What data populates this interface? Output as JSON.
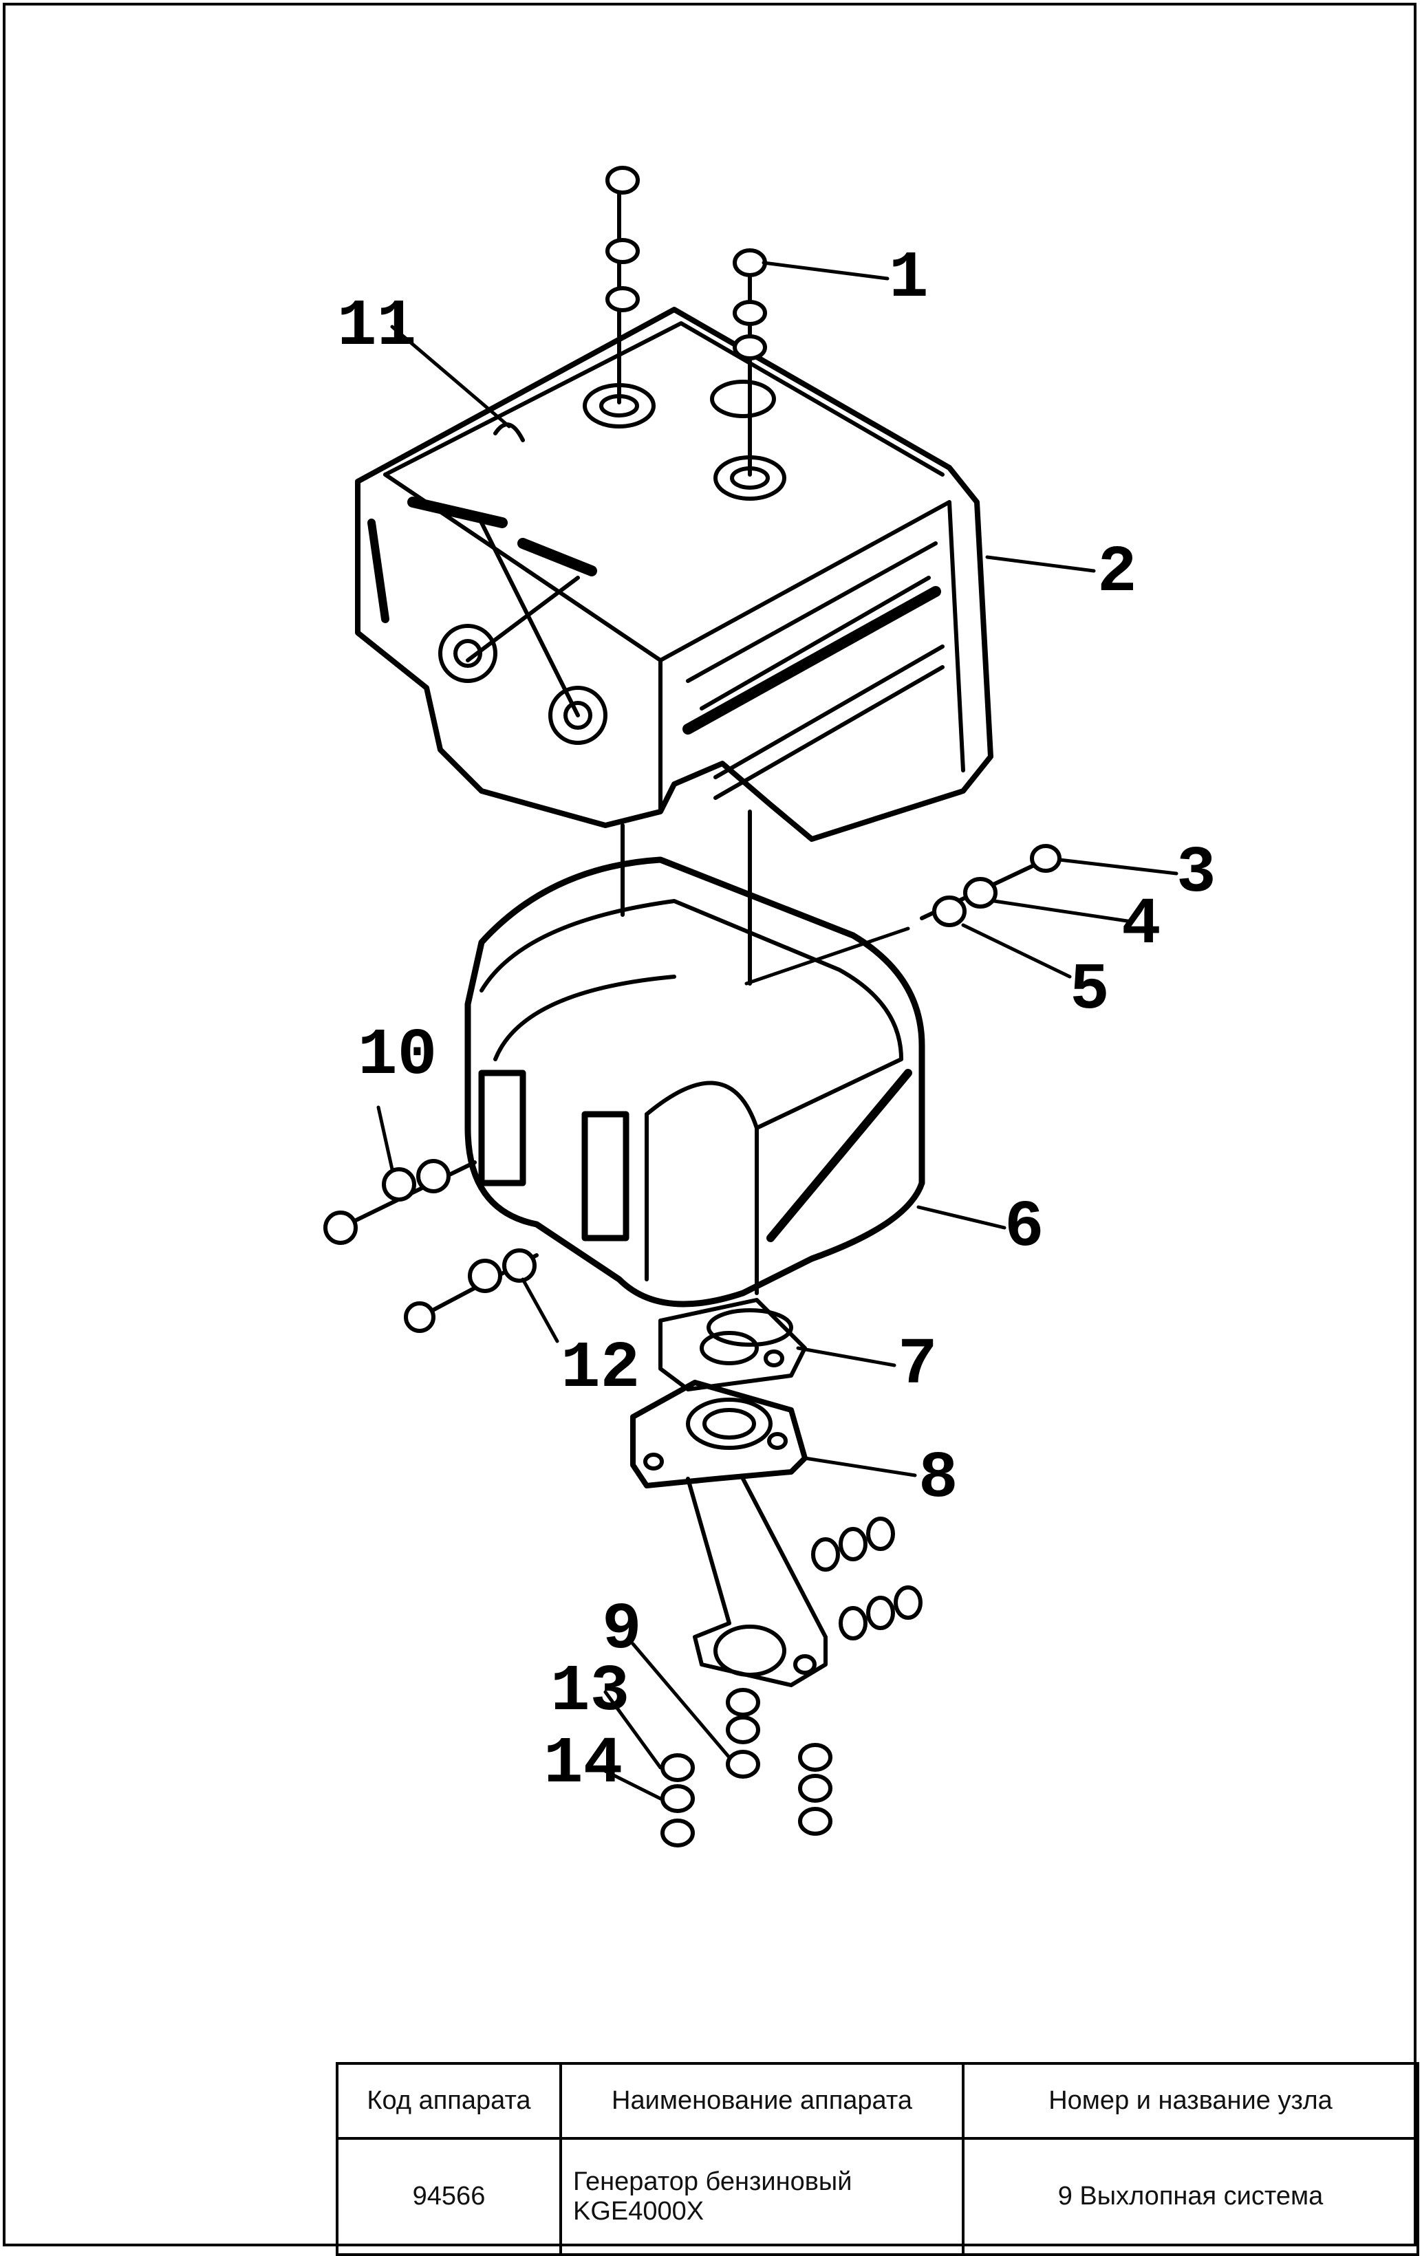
{
  "diagram": {
    "callouts": [
      "1",
      "2",
      "3",
      "4",
      "5",
      "6",
      "7",
      "8",
      "9",
      "10",
      "11",
      "12",
      "13",
      "14"
    ]
  },
  "title_block": {
    "headers": {
      "code": "Код аппарата",
      "name": "Наименование аппарата",
      "unit": "Номер и название узла"
    },
    "values": {
      "code": "94566",
      "name": "Генератор бензиновый KGE4000X",
      "unit": "9 Выхлопная система"
    }
  }
}
